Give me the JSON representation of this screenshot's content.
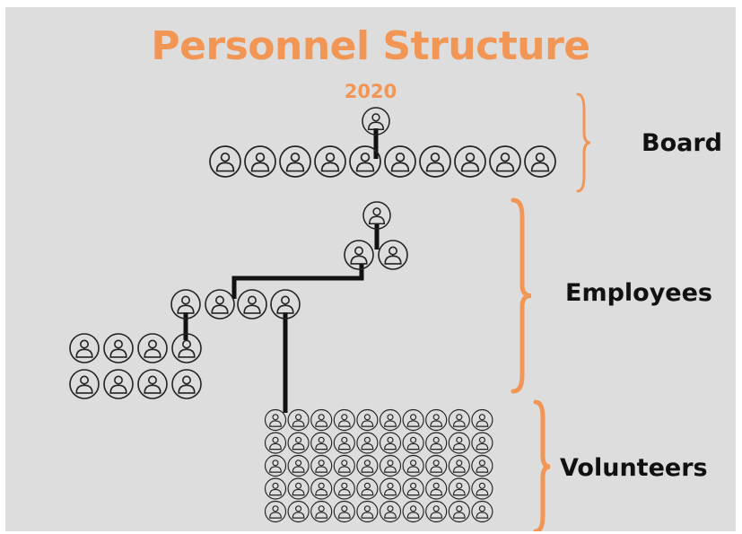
{
  "header": {
    "title": "Personnel Structure",
    "year": "2020"
  },
  "groups": {
    "board": {
      "label": "Board",
      "icon_count": 11
    },
    "employees": {
      "label": "Employees",
      "icon_count": 15
    },
    "volunteers": {
      "label": "Volunteers",
      "icon_count": 50
    }
  },
  "icon": "person-icon",
  "colors": {
    "accent": "#f29655",
    "background": "#dddddd",
    "ink": "#222222",
    "connector": "#111111"
  }
}
